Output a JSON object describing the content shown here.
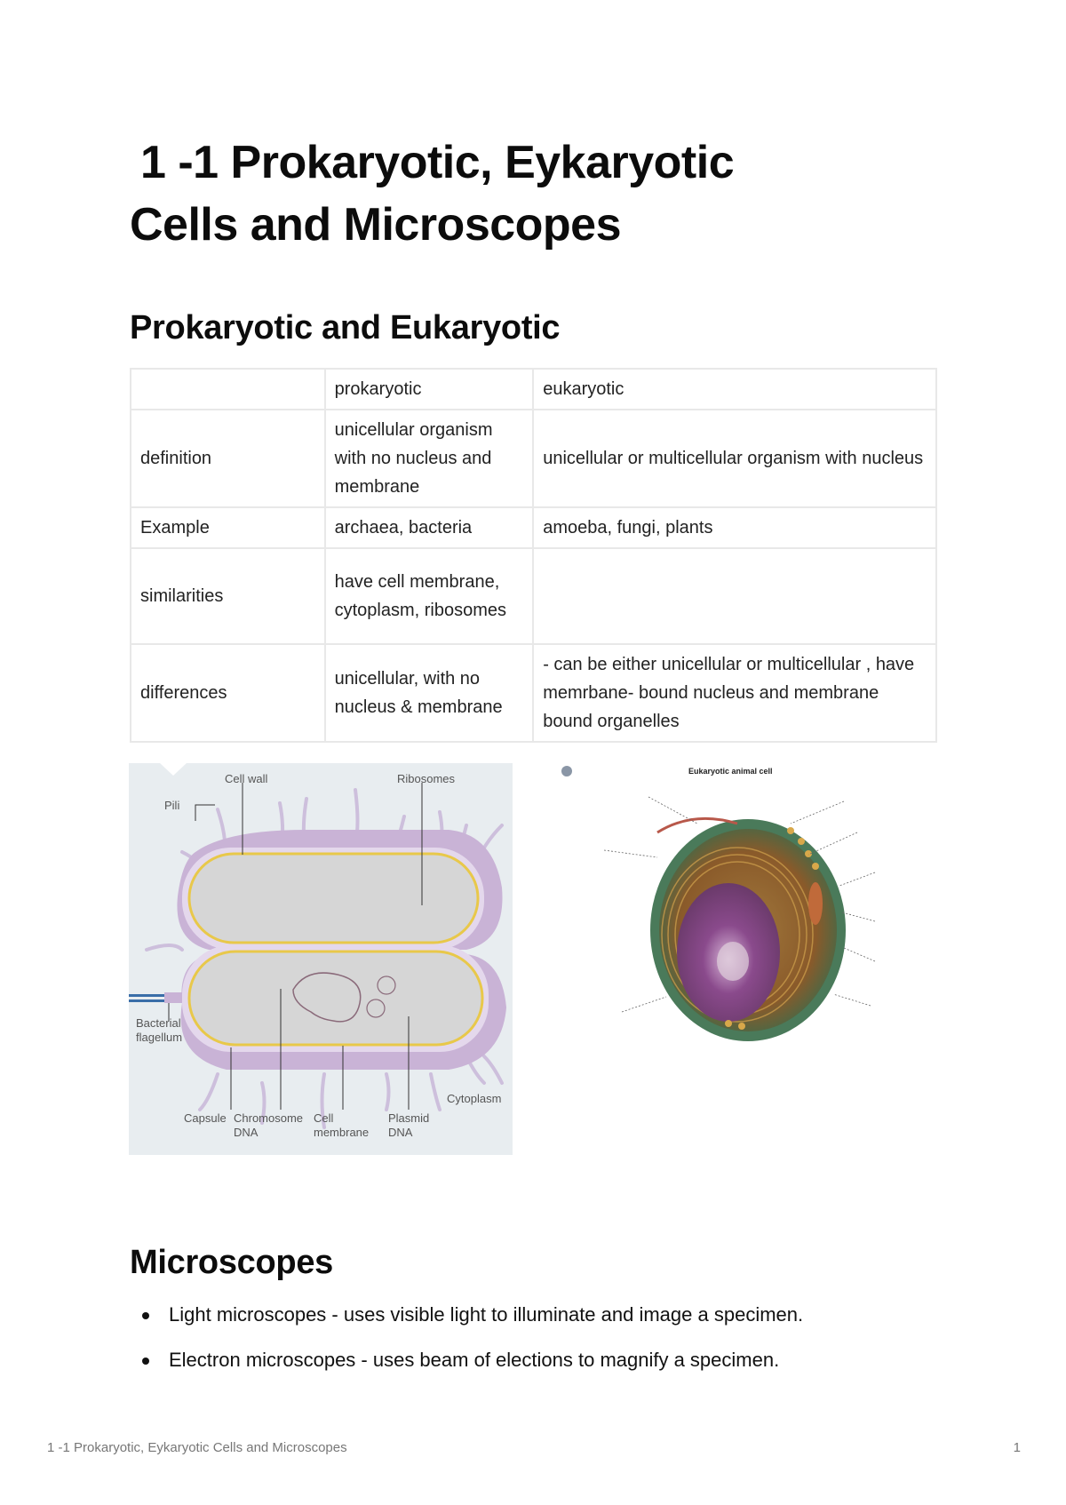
{
  "document": {
    "title_line1": "1 -1 Prokaryotic, Eykaryotic",
    "title_line2": "Cells and Microscopes"
  },
  "section_cells": {
    "heading": "Prokaryotic and Eukaryotic",
    "table": {
      "headers": [
        "",
        "prokaryotic",
        "eukaryotic"
      ],
      "rows": [
        {
          "label": "definition",
          "prokaryotic": "unicellular organism with no nucleus and membrane",
          "eukaryotic": "unicellular or multicellular organism with nucleus"
        },
        {
          "label": "Example",
          "prokaryotic": "archaea, bacteria",
          "eukaryotic": "amoeba, fungi, plants"
        },
        {
          "label": "similarities",
          "prokaryotic": "have cell membrane, cytoplasm, ribosomes",
          "eukaryotic": ""
        },
        {
          "label": "differences",
          "prokaryotic": "unicellular, with no nucleus & membrane",
          "eukaryotic": "- can be either unicellular or multicellular , have memrbane- bound nucleus and membrane bound organelles"
        }
      ]
    },
    "figures": {
      "prokaryotic": {
        "labels": {
          "cell_wall": "Cell wall",
          "ribosomes": "Ribosomes",
          "pili": "Pili",
          "flagellum": "Bacterial flagellum",
          "capsule": "Capsule",
          "chromosome": "Chromosome DNA",
          "cell_membrane": "Cell membrane",
          "plasmid": "Plasmid DNA",
          "cytoplasm": "Cytoplasm"
        },
        "colors": {
          "background": "#e8edf0",
          "capsule": "#c9b3d6",
          "membrane": "#e8c84a",
          "cytoplasm": "#d4d4d4"
        }
      },
      "eukaryotic": {
        "title": "Eukaryotic animal cell"
      }
    }
  },
  "section_microscopes": {
    "heading": "Microscopes",
    "items": [
      "Light microscopes -  uses visible light to illuminate and image a specimen.",
      "Electron microscopes - uses beam of elections to magnify a specimen."
    ]
  },
  "footer": {
    "title": "1 -1 Prokaryotic, Eykaryotic Cells and Microscopes",
    "page_number": "1"
  }
}
